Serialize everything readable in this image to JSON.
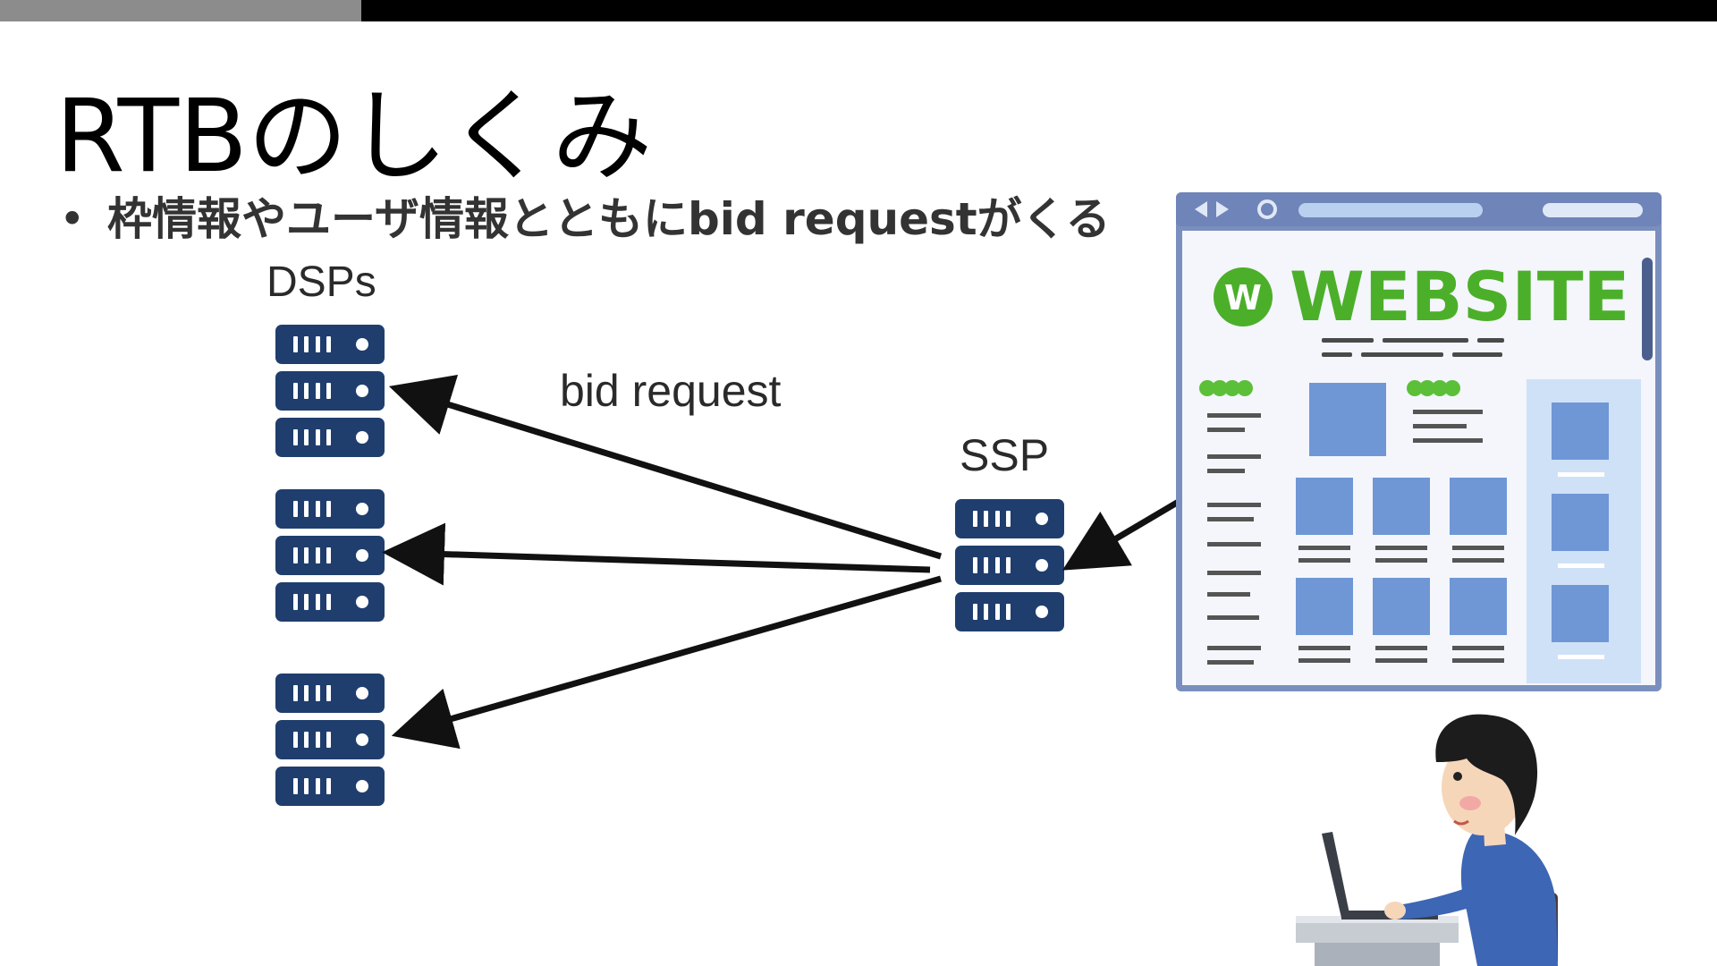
{
  "slide": {
    "title": "RTBのしくみ",
    "bullet": "枠情報やユーザ情報とともにbid requestがくる",
    "bullet_marker": "•"
  },
  "diagram": {
    "dsps_label": "DSPs",
    "bid_request_label": "bid request",
    "ssp_label": "SSP",
    "website_logo_text": "WEBSITE",
    "website_logo_badge": "W"
  },
  "colors": {
    "server": "#1f3e6e",
    "arrow": "#111111",
    "website_green": "#4caf2a",
    "website_blue": "#6f97d6",
    "website_frame": "#7a8fbe",
    "person_shirt": "#3d66b5"
  },
  "icons": [
    "server-icon",
    "website-illustration",
    "person-at-laptop-illustration",
    "arrow-icon"
  ]
}
